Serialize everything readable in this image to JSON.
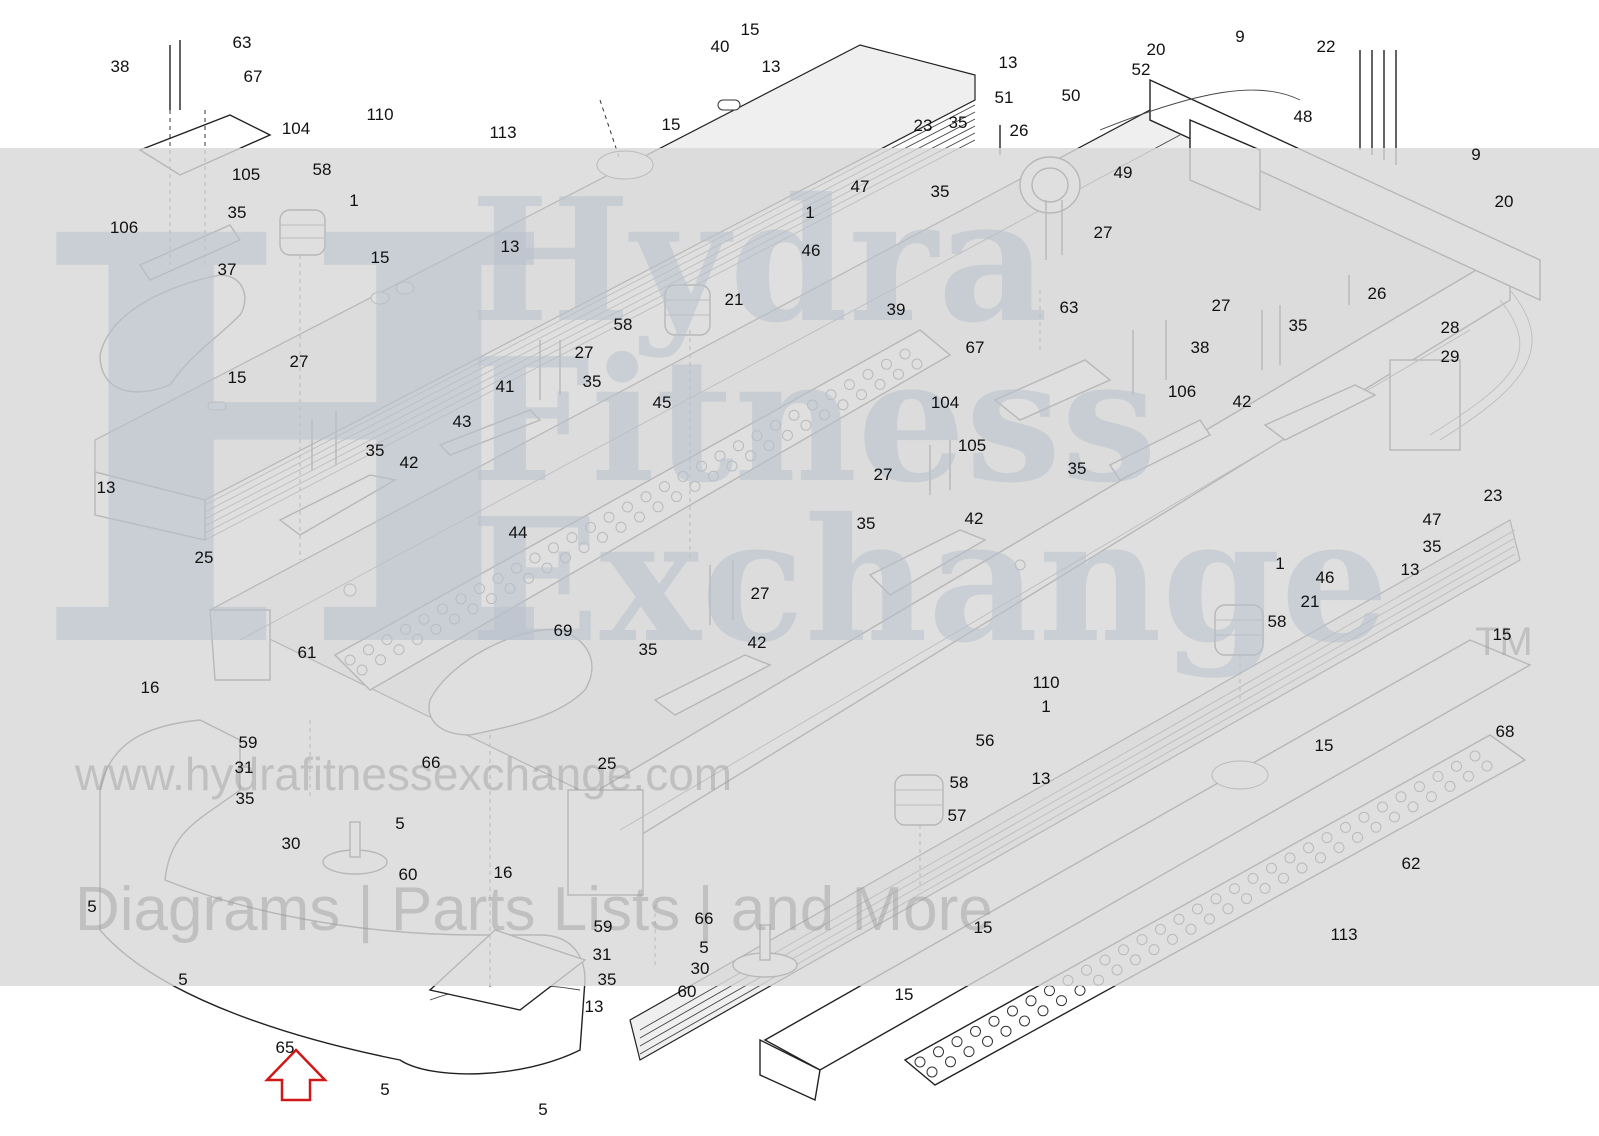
{
  "diagram": {
    "type": "exploded parts diagram",
    "callouts": [
      {
        "id": "c-38a",
        "label": "38"
      },
      {
        "id": "c-63a",
        "label": "63"
      },
      {
        "id": "c-67a",
        "label": "67"
      },
      {
        "id": "c-104a",
        "label": "104"
      },
      {
        "id": "c-110a",
        "label": "110"
      },
      {
        "id": "c-113a",
        "label": "113"
      },
      {
        "id": "c-105a",
        "label": "105"
      },
      {
        "id": "c-58a",
        "label": "58"
      },
      {
        "id": "c-35a",
        "label": "35"
      },
      {
        "id": "c-106a",
        "label": "106"
      },
      {
        "id": "c-1a",
        "label": "1"
      },
      {
        "id": "c-37",
        "label": "37"
      },
      {
        "id": "c-15a",
        "label": "15"
      },
      {
        "id": "c-13a",
        "label": "13"
      },
      {
        "id": "c-15b",
        "label": "15"
      },
      {
        "id": "c-40",
        "label": "40"
      },
      {
        "id": "c-13b",
        "label": "13"
      },
      {
        "id": "c-15c",
        "label": "15"
      },
      {
        "id": "c-15d",
        "label": "15"
      },
      {
        "id": "c-27a",
        "label": "27"
      },
      {
        "id": "c-35b",
        "label": "35"
      },
      {
        "id": "c-42a",
        "label": "42"
      },
      {
        "id": "c-13c",
        "label": "13"
      },
      {
        "id": "c-25a",
        "label": "25"
      },
      {
        "id": "c-41",
        "label": "41"
      },
      {
        "id": "c-27b",
        "label": "27"
      },
      {
        "id": "c-35c",
        "label": "35"
      },
      {
        "id": "c-43",
        "label": "43"
      },
      {
        "id": "c-45",
        "label": "45"
      },
      {
        "id": "c-44",
        "label": "44"
      },
      {
        "id": "c-58b",
        "label": "58"
      },
      {
        "id": "c-39",
        "label": "39"
      },
      {
        "id": "c-21a",
        "label": "21"
      },
      {
        "id": "c-46a",
        "label": "46"
      },
      {
        "id": "c-1b",
        "label": "1"
      },
      {
        "id": "c-47a",
        "label": "47"
      },
      {
        "id": "c-35d",
        "label": "35"
      },
      {
        "id": "c-23a",
        "label": "23"
      },
      {
        "id": "c-35e",
        "label": "35"
      },
      {
        "id": "c-26a",
        "label": "26"
      },
      {
        "id": "c-13d",
        "label": "13"
      },
      {
        "id": "c-52",
        "label": "52"
      },
      {
        "id": "c-51",
        "label": "51"
      },
      {
        "id": "c-50",
        "label": "50"
      },
      {
        "id": "c-20a",
        "label": "20"
      },
      {
        "id": "c-9a",
        "label": "9"
      },
      {
        "id": "c-22",
        "label": "22"
      },
      {
        "id": "c-48",
        "label": "48"
      },
      {
        "id": "c-49",
        "label": "49"
      },
      {
        "id": "c-27c",
        "label": "27"
      },
      {
        "id": "c-9b",
        "label": "9"
      },
      {
        "id": "c-20b",
        "label": "20"
      },
      {
        "id": "c-63b",
        "label": "63"
      },
      {
        "id": "c-67b",
        "label": "67"
      },
      {
        "id": "c-38b",
        "label": "38"
      },
      {
        "id": "c-26b",
        "label": "26"
      },
      {
        "id": "c-27d",
        "label": "27"
      },
      {
        "id": "c-35f",
        "label": "35"
      },
      {
        "id": "c-28",
        "label": "28"
      },
      {
        "id": "c-29",
        "label": "29"
      },
      {
        "id": "c-104b",
        "label": "104"
      },
      {
        "id": "c-106b",
        "label": "106"
      },
      {
        "id": "c-42b",
        "label": "42"
      },
      {
        "id": "c-105b",
        "label": "105"
      },
      {
        "id": "c-35g",
        "label": "35"
      },
      {
        "id": "c-23b",
        "label": "23"
      },
      {
        "id": "c-27e",
        "label": "27"
      },
      {
        "id": "c-35h",
        "label": "35"
      },
      {
        "id": "c-42c",
        "label": "42"
      },
      {
        "id": "c-47b",
        "label": "47"
      },
      {
        "id": "c-35i",
        "label": "35"
      },
      {
        "id": "c-1c",
        "label": "1"
      },
      {
        "id": "c-46b",
        "label": "46"
      },
      {
        "id": "c-13e",
        "label": "13"
      },
      {
        "id": "c-21b",
        "label": "21"
      },
      {
        "id": "c-27f",
        "label": "27"
      },
      {
        "id": "c-58c",
        "label": "58"
      },
      {
        "id": "c-69",
        "label": "69"
      },
      {
        "id": "c-35j",
        "label": "35"
      },
      {
        "id": "c-42d",
        "label": "42"
      },
      {
        "id": "c-61",
        "label": "61"
      },
      {
        "id": "c-16a",
        "label": "16"
      },
      {
        "id": "c-110b",
        "label": "110"
      },
      {
        "id": "c-1d",
        "label": "1"
      },
      {
        "id": "c-15e",
        "label": "15"
      },
      {
        "id": "c-68",
        "label": "68"
      },
      {
        "id": "c-56",
        "label": "56"
      },
      {
        "id": "c-59a",
        "label": "59"
      },
      {
        "id": "c-31a",
        "label": "31"
      },
      {
        "id": "c-35k",
        "label": "35"
      },
      {
        "id": "c-66a",
        "label": "66"
      },
      {
        "id": "c-5a",
        "label": "5"
      },
      {
        "id": "c-25b",
        "label": "25"
      },
      {
        "id": "c-15f",
        "label": "15"
      },
      {
        "id": "c-58d",
        "label": "58"
      },
      {
        "id": "c-13f",
        "label": "13"
      },
      {
        "id": "c-30a",
        "label": "30"
      },
      {
        "id": "c-60a",
        "label": "60"
      },
      {
        "id": "c-57",
        "label": "57"
      },
      {
        "id": "c-62",
        "label": "62"
      },
      {
        "id": "c-5b",
        "label": "5"
      },
      {
        "id": "c-16b",
        "label": "16"
      },
      {
        "id": "c-5c",
        "label": "5"
      },
      {
        "id": "c-59b",
        "label": "59"
      },
      {
        "id": "c-66b",
        "label": "66"
      },
      {
        "id": "c-5d",
        "label": "5"
      },
      {
        "id": "c-31b",
        "label": "31"
      },
      {
        "id": "c-15g",
        "label": "15"
      },
      {
        "id": "c-113b",
        "label": "113"
      },
      {
        "id": "c-35l",
        "label": "35"
      },
      {
        "id": "c-30b",
        "label": "30"
      },
      {
        "id": "c-60b",
        "label": "60"
      },
      {
        "id": "c-13g",
        "label": "13"
      },
      {
        "id": "c-15h",
        "label": "15"
      },
      {
        "id": "c-65",
        "label": "65"
      },
      {
        "id": "c-5e",
        "label": "5"
      },
      {
        "id": "c-5f",
        "label": "5"
      }
    ]
  },
  "watermark": {
    "url_line": "www.hydrafitnessexchange.com",
    "tagline": "Diagrams | Parts Lists | and More",
    "tm": "TM"
  },
  "colors": {
    "line": "#222222",
    "watermark_band": "#d8d8d8",
    "indicator_arrow": "#d01818"
  }
}
